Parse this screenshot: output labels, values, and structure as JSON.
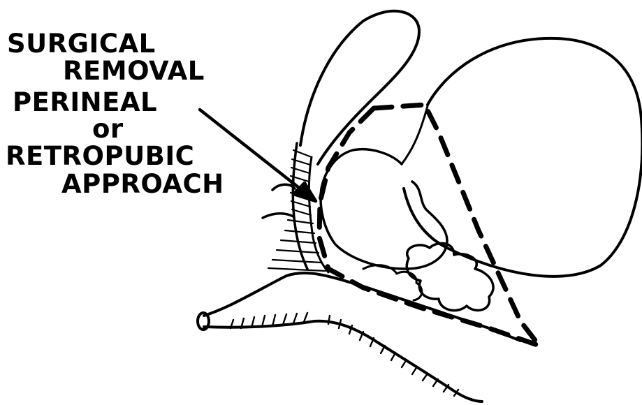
{
  "annotation": {
    "lines": [
      "SURGICAL",
      "REMOVAL",
      "PERINEAL",
      "or",
      "RETROPUBIC",
      "APPROACH"
    ]
  },
  "colors": {
    "ink": "#000000",
    "paper": "#ffffff"
  }
}
